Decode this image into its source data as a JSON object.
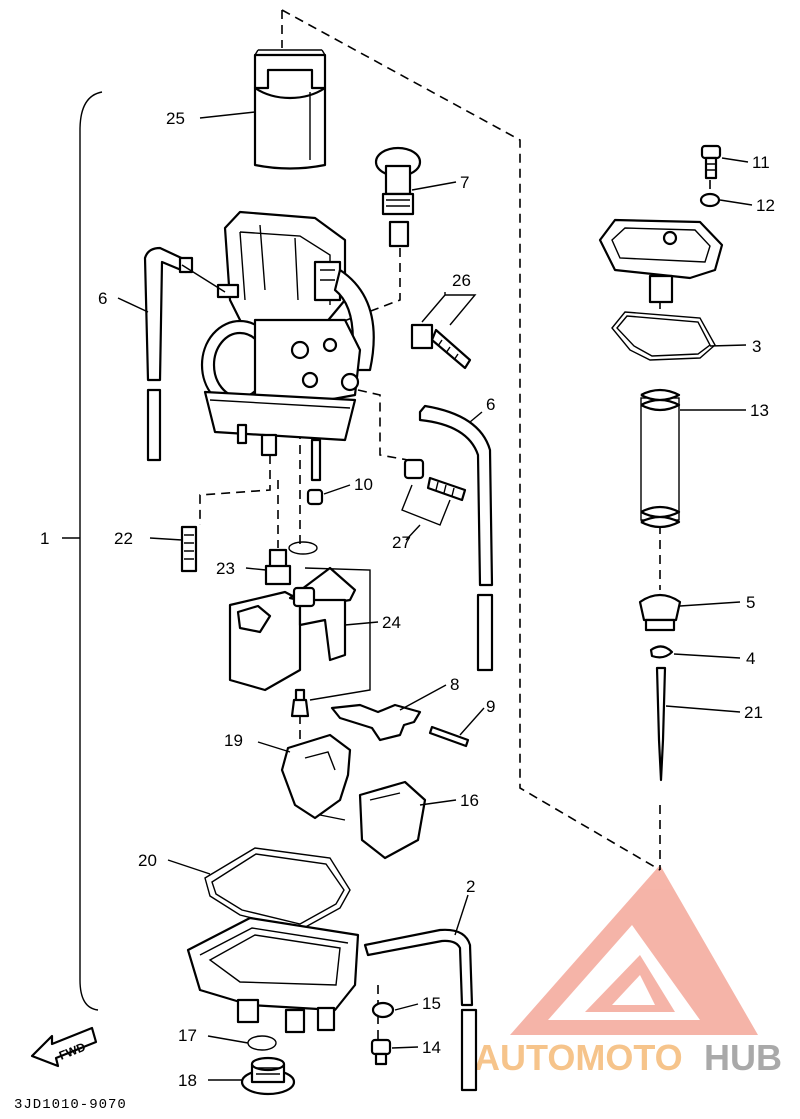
{
  "diagram": {
    "drawing_code": "3JD1010-9070",
    "fwd_label": "FWD",
    "part_callouts": [
      {
        "id": "c1",
        "num": "1"
      },
      {
        "id": "c2",
        "num": "2"
      },
      {
        "id": "c3",
        "num": "3"
      },
      {
        "id": "c4",
        "num": "4"
      },
      {
        "id": "c5",
        "num": "5"
      },
      {
        "id": "c6a",
        "num": "6"
      },
      {
        "id": "c6b",
        "num": "6"
      },
      {
        "id": "c7",
        "num": "7"
      },
      {
        "id": "c8",
        "num": "8"
      },
      {
        "id": "c9",
        "num": "9"
      },
      {
        "id": "c10",
        "num": "10"
      },
      {
        "id": "c11",
        "num": "11"
      },
      {
        "id": "c12",
        "num": "12"
      },
      {
        "id": "c13",
        "num": "13"
      },
      {
        "id": "c14",
        "num": "14"
      },
      {
        "id": "c15",
        "num": "15"
      },
      {
        "id": "c16",
        "num": "16"
      },
      {
        "id": "c17",
        "num": "17"
      },
      {
        "id": "c18",
        "num": "18"
      },
      {
        "id": "c19",
        "num": "19"
      },
      {
        "id": "c20",
        "num": "20"
      },
      {
        "id": "c21",
        "num": "21"
      },
      {
        "id": "c22",
        "num": "22"
      },
      {
        "id": "c23",
        "num": "23"
      },
      {
        "id": "c24",
        "num": "24"
      },
      {
        "id": "c25",
        "num": "25"
      },
      {
        "id": "c26",
        "num": "26"
      },
      {
        "id": "c27",
        "num": "27"
      }
    ]
  },
  "watermark": {
    "word_part1": "AUTOMOTO",
    "word_part2": "HUB",
    "color_primary": "#f4a89a",
    "color_accent": "#f08b77",
    "color_text1": "#f6c48b",
    "color_text2": "#a9a9a9"
  }
}
